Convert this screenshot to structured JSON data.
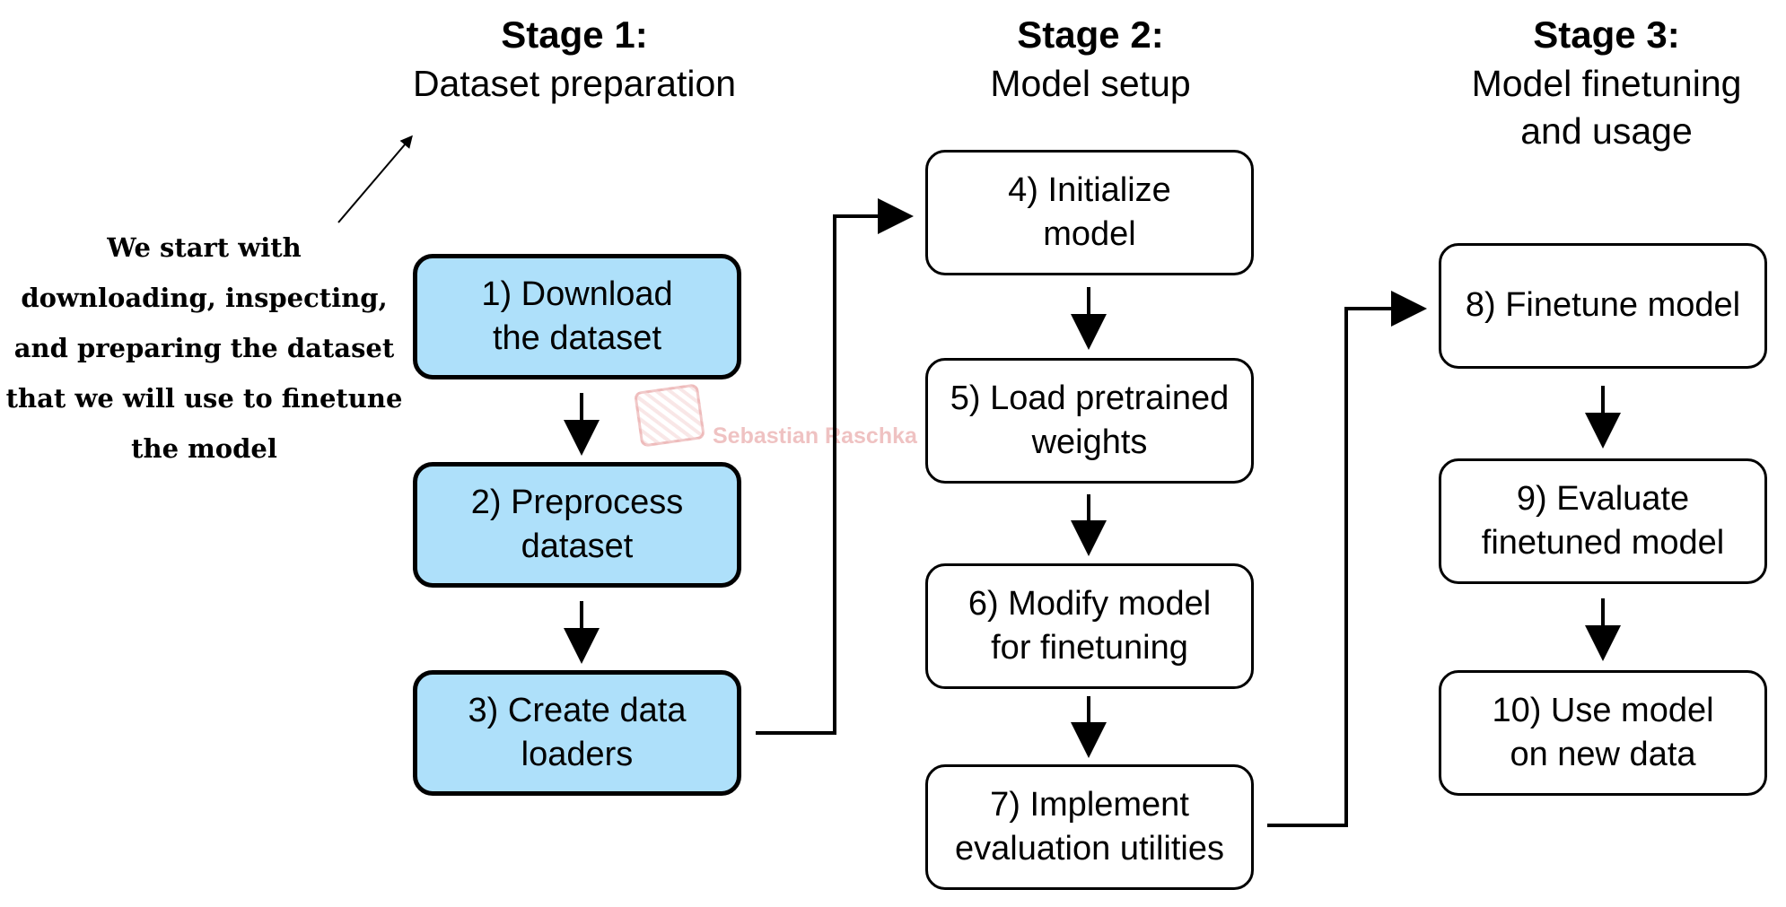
{
  "stages": [
    {
      "title": "Stage 1:",
      "subtitle": "Dataset preparation"
    },
    {
      "title": "Stage 2:",
      "subtitle": "Model setup"
    },
    {
      "title": "Stage 3:",
      "subtitle": "Model finetuning\nand usage"
    }
  ],
  "side_note": "We start with\ndownloading, inspecting,\nand preparing the dataset\nthat we will use to finetune\nthe model",
  "steps": [
    {
      "label": "1) Download\nthe dataset",
      "highlighted": true
    },
    {
      "label": "2) Preprocess\ndataset",
      "highlighted": true
    },
    {
      "label": "3) Create data\nloaders",
      "highlighted": true
    },
    {
      "label": "4) Initialize\nmodel",
      "highlighted": false
    },
    {
      "label": "5) Load pretrained\nweights",
      "highlighted": false
    },
    {
      "label": "6) Modify model\nfor finetuning",
      "highlighted": false
    },
    {
      "label": "7) Implement\nevaluation utilities",
      "highlighted": false
    },
    {
      "label": "8) Finetune model",
      "highlighted": false
    },
    {
      "label": "9) Evaluate\nfinetuned model",
      "highlighted": false
    },
    {
      "label": "10) Use model\non new data",
      "highlighted": false
    }
  ],
  "watermark": "Sebastian Raschka",
  "colors": {
    "highlight_fill": "#aee0fa",
    "stroke": "#000000",
    "watermark": "#dc7878"
  }
}
